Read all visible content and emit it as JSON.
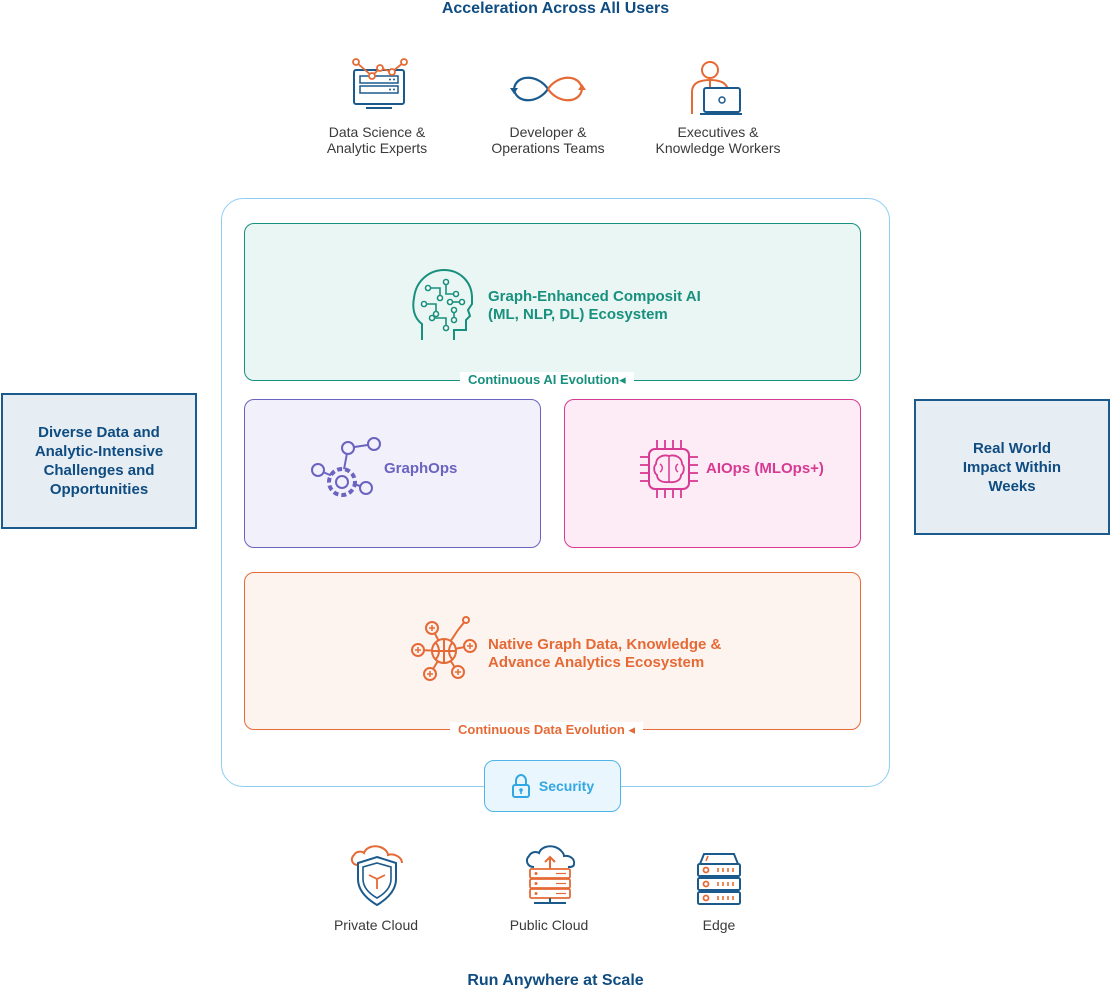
{
  "header": {
    "title": "Acceleration Across All Users"
  },
  "users": [
    {
      "label_line1": "Data Science &",
      "label_line2": "Analytic Experts",
      "icon": "data-science-icon"
    },
    {
      "label_line1": "Developer &",
      "label_line2": "Operations Teams",
      "icon": "devops-infinity-icon"
    },
    {
      "label_line1": "Executives &",
      "label_line2": "Knowledge Workers",
      "icon": "executive-laptop-icon"
    }
  ],
  "left_box": {
    "line1": "Diverse Data and",
    "line2": "Analytic-Intensive",
    "line3": "Challenges and",
    "line4": "Opportunities"
  },
  "right_box": {
    "line1": "Real World",
    "line2": "Impact Within",
    "line3": "Weeks"
  },
  "panels": {
    "ai": {
      "line1": "Graph-Enhanced Composit AI",
      "line2": "(ML, NLP, DL) Ecosystem",
      "evolution": "Continuous AI Evolution",
      "icon": "ai-head-icon"
    },
    "graphops": {
      "label": "GraphOps",
      "icon": "graphops-gear-icon"
    },
    "aiops": {
      "label": "AIOps (MLOps+)",
      "icon": "brain-chip-icon"
    },
    "data": {
      "line1": "Native Graph Data, Knowledge &",
      "line2": "Advance Analytics Ecosystem",
      "evolution": "Continuous Data Evolution",
      "icon": "graph-network-icon"
    }
  },
  "security": {
    "label": "Security",
    "icon": "lock-icon"
  },
  "deployments": [
    {
      "label": "Private Cloud",
      "icon": "private-cloud-shield-icon"
    },
    {
      "label": "Public Cloud",
      "icon": "public-cloud-server-icon"
    },
    {
      "label": "Edge",
      "icon": "edge-server-icon"
    }
  ],
  "footer": {
    "title": "Run Anywhere at Scale"
  },
  "colors": {
    "navy": "#0f4c81",
    "teal": "#18907e",
    "purple": "#6a63bf",
    "magenta": "#d73a93",
    "orange": "#e56a36",
    "sky": "#31a7e3"
  }
}
